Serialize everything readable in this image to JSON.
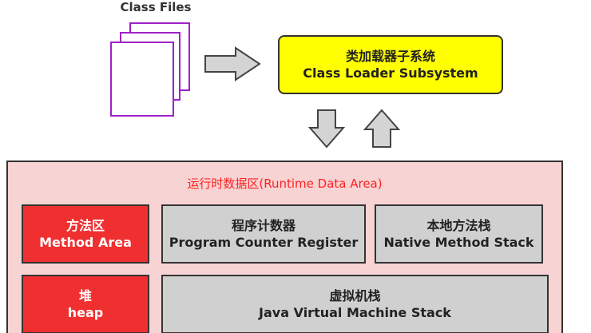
{
  "class_files": {
    "label": "Class Files"
  },
  "class_loader": {
    "cn_label": "类加载器子系统",
    "en_label": "Class Loader Subsystem"
  },
  "runtime_data_area": {
    "title": "运行时数据区(Runtime Data Area)",
    "cells": {
      "method_area": {
        "cn": "方法区",
        "en": "Method Area"
      },
      "program_counter": {
        "cn": "程序计数器",
        "en": "Program Counter Register"
      },
      "native_method_stack": {
        "cn": "本地方法栈",
        "en": "Native Method Stack"
      },
      "heap": {
        "cn": "堆",
        "en": "heap"
      },
      "jvm_stack": {
        "cn": "虚拟机栈",
        "en": "Java Virtual Machine Stack"
      }
    }
  },
  "colors": {
    "loader_fill": "#ffff00",
    "runtime_fill": "#f8d3d3",
    "runtime_title": "#ff2020",
    "red_cell": "#f03030",
    "gray_cell": "#d0d0d0",
    "file_border": "#a020c8",
    "arrow_fill": "#d4d4d4"
  }
}
